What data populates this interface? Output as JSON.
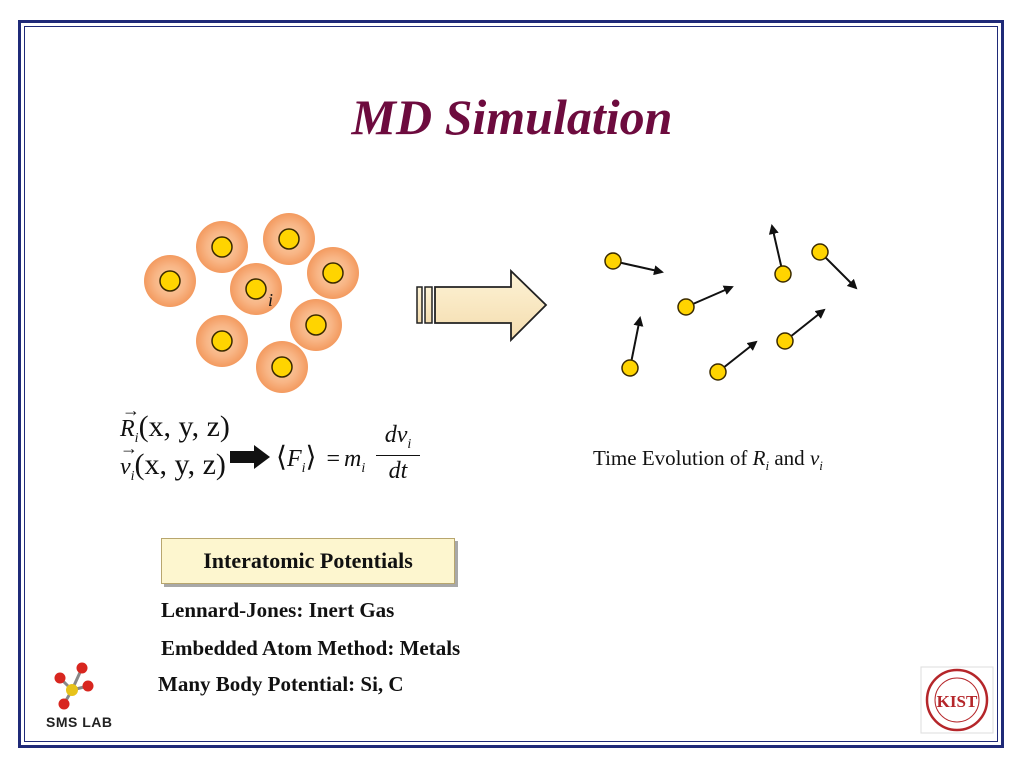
{
  "slide": {
    "title": "MD Simulation",
    "atom_label": "i",
    "equations": {
      "position": "R",
      "position_sub": "i",
      "velocity": "v",
      "velocity_sub": "i",
      "args": "(x, y, z)",
      "force": "F",
      "force_sub": "i",
      "mass": "m",
      "mass_sub": "i",
      "numerator": "dv",
      "numerator_sub": "i",
      "denominator": "dt",
      "equals": "="
    },
    "caption": {
      "prefix": "Time Evolution of ",
      "r": "R",
      "r_sub": "i",
      "and": " and ",
      "v": "v",
      "v_sub": "i"
    },
    "potentials_heading": "Interatomic Potentials",
    "potentials": [
      "Lennard-Jones: Inert Gas",
      "Embedded Atom Method: Metals",
      "Many Body Potential: Si, C"
    ],
    "logo_left": "SMS LAB",
    "logo_right_letters": "KIST",
    "colors": {
      "title": "#6d0b3e",
      "frame": "#1f2a78",
      "atom_fill": "#ffd400",
      "atom_halo": "#f7a46a",
      "box_fill": "#fdf6cf"
    }
  }
}
